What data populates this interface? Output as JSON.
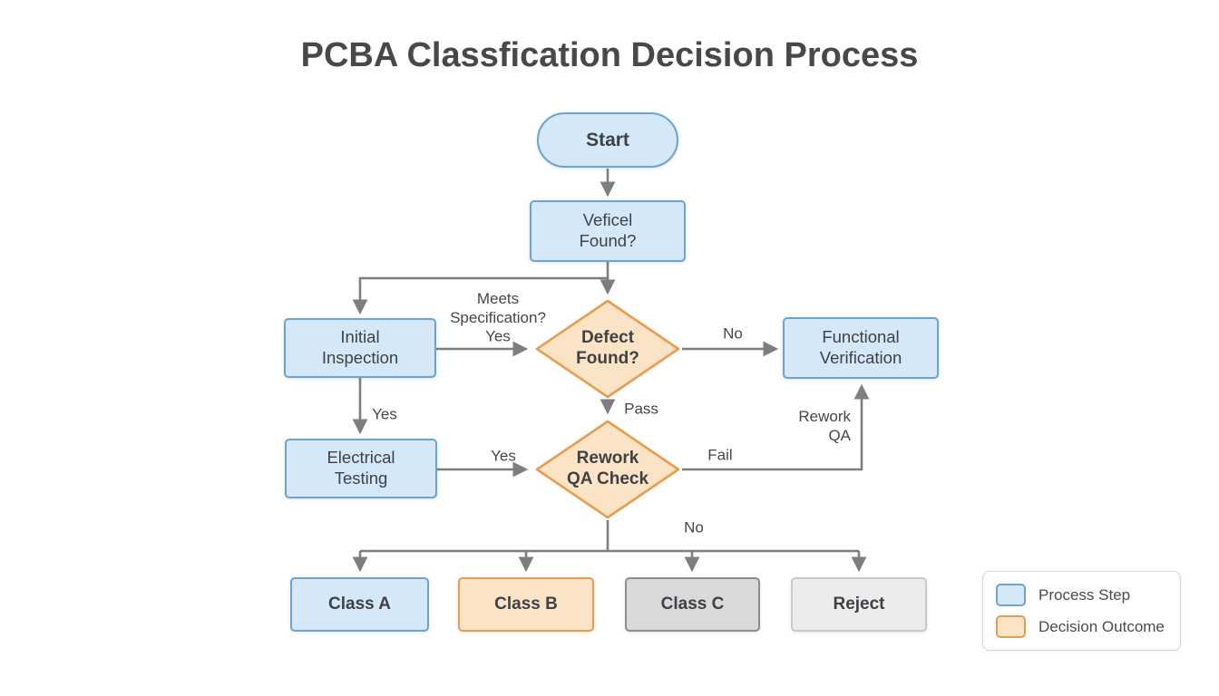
{
  "title": "PCBA Classfication Decision Process",
  "nodes": {
    "start": "Start",
    "veficel_found": "Veficel\nFound?",
    "initial_inspection": "Initial\nInspection",
    "defect_found": "Defect\nFound?",
    "functional_verification": "Functional\nVerification",
    "electrical_testing": "Electrical\nTesting",
    "rework_qa_check": "Rework\nQA Check",
    "class_a": "Class A",
    "class_b": "Class B",
    "class_c": "Class C",
    "reject": "Reject"
  },
  "edge_labels": {
    "meets_specification": "Meets\nSpecification?",
    "meets_specification_yes": "Yes",
    "defect_no": "No",
    "defect_pass": "Pass",
    "inspection_yes": "Yes",
    "electrical_yes": "Yes",
    "rework_fail": "Fail",
    "rework_qa": "Rework\nQA",
    "rework_no": "No"
  },
  "legend": {
    "items": [
      {
        "label": "Process Step",
        "fill": "#d5e8f7",
        "border": "#6ba4d1"
      },
      {
        "label": "Decision Outcome",
        "fill": "#fbe3c6",
        "border": "#e99c4d"
      }
    ]
  },
  "colors": {
    "process_fill": "#d5e8f7",
    "process_border": "#6ba4d1",
    "decision_fill": "#fbe3c6",
    "decision_border": "#e99c4d",
    "class_c_fill": "#d9d9d9",
    "class_c_border": "#8d8d8d",
    "reject_fill": "#ececec",
    "reject_border": "#c9c9c9",
    "connector": "#7e7e7e",
    "title_text": "#484848",
    "node_text": "#3e4146"
  }
}
